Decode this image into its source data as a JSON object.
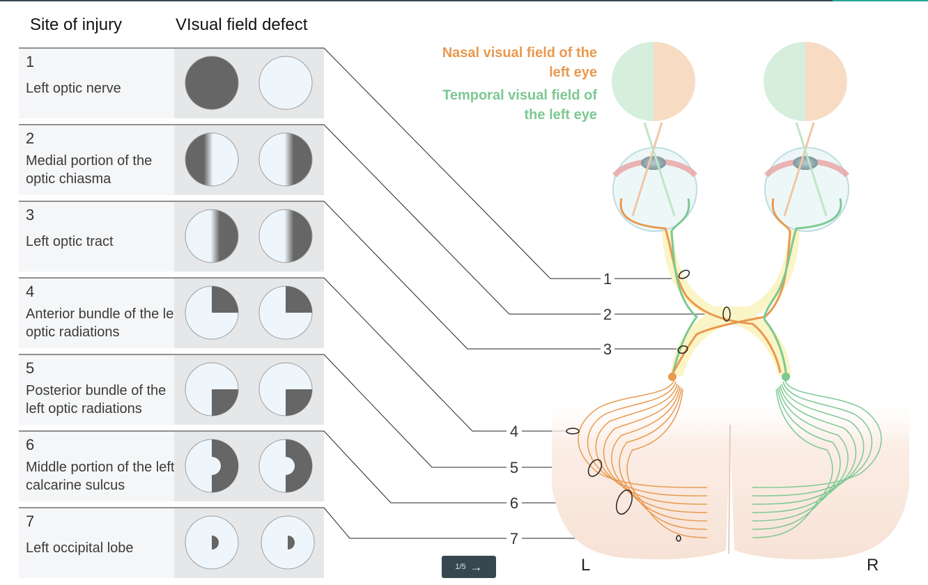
{
  "header": {
    "site_col": "Site of injury",
    "defect_col": "VIsual field defect"
  },
  "rows": [
    {
      "number": "1",
      "label": "Left optic nerve"
    },
    {
      "number": "2",
      "label": "Medial portion of the optic chiasma"
    },
    {
      "number": "3",
      "label": "Left optic tract"
    },
    {
      "number": "4",
      "label": "Anterior bundle of the left optic radiations"
    },
    {
      "number": "5",
      "label": "Posterior bundle of the left optic radiations"
    },
    {
      "number": "6",
      "label": "Middle portion of the left calcarine sulcus"
    },
    {
      "number": "7",
      "label": "Left occipital lobe"
    }
  ],
  "diagram": {
    "nasal_label": "Nasal visual field of the left eye",
    "temporal_label": "Temporal visual field of the left eye",
    "markers": [
      "1",
      "2",
      "3",
      "4",
      "5",
      "6",
      "7"
    ],
    "left_side": "L",
    "right_side": "R"
  },
  "pager": {
    "label": "1/5"
  },
  "colors": {
    "nasal": "#e8994f",
    "temporal": "#7cc892",
    "defect": "#666666",
    "field": "#eef6fc",
    "nasal_field": "#f7dcc3",
    "temporal_field": "#d6eedc"
  }
}
